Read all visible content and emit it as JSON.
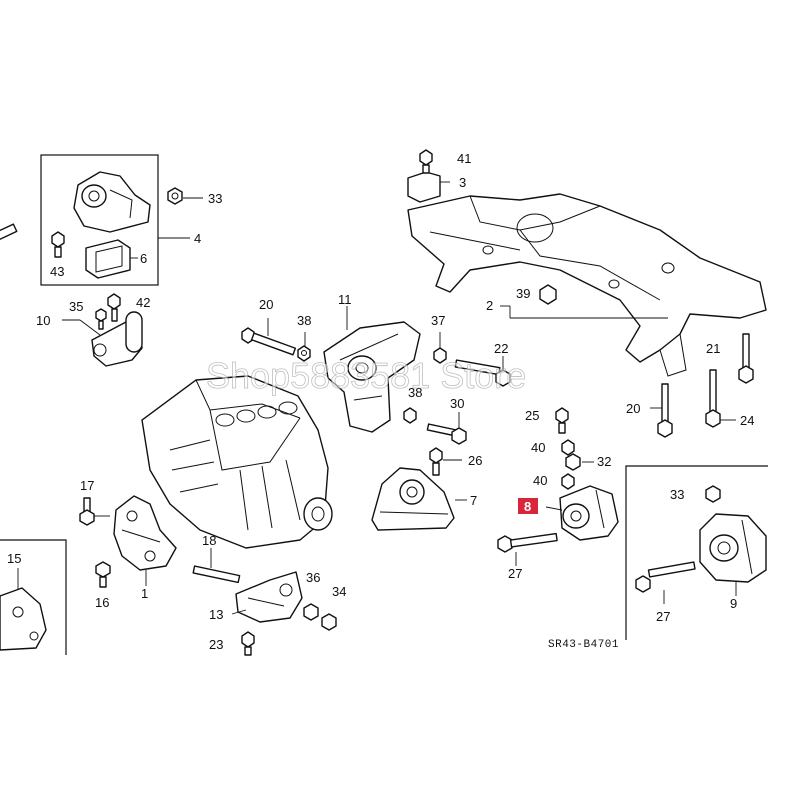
{
  "diagram": {
    "labels": {
      "p1": "1",
      "p2": "2",
      "p3": "3",
      "p4": "4",
      "p6": "6",
      "p7": "7",
      "p8": "8",
      "p9": "9",
      "p10": "10",
      "p11": "11",
      "p13": "13",
      "p15": "15",
      "p16": "16",
      "p17": "17",
      "p18": "18",
      "p20a": "20",
      "p20b": "20",
      "p21": "21",
      "p22": "22",
      "p23": "23",
      "p24": "24",
      "p25": "25",
      "p26": "26",
      "p27a": "27",
      "p27b": "27",
      "p30": "30",
      "p32": "32",
      "p33a": "33",
      "p33b": "33",
      "p34": "34",
      "p35": "35",
      "p36": "36",
      "p37": "37",
      "p38a": "38",
      "p38b": "38",
      "p39": "39",
      "p40a": "40",
      "p40b": "40",
      "p41": "41",
      "p42": "42",
      "p43": "43"
    },
    "diagram_code": "SR43-B4701",
    "highlight_color": "#d9263a"
  },
  "watermark": "Shop5883581 Store"
}
